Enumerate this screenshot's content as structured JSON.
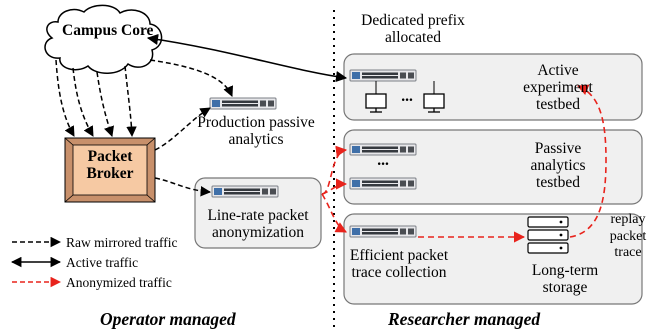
{
  "nodes": {
    "campus_core": "Campus Core",
    "packet_broker": "Packet Broker",
    "production_passive_analytics": "Production passive analytics",
    "line_rate_anonymization": "Line-rate packet anonymization",
    "dedicated_prefix": "Dedicated prefix allocated",
    "active_testbed": "Active experiment testbed",
    "passive_testbed": "Passive analytics testbed",
    "trace_collection": "Efficient packet trace collection",
    "long_term_storage": "Long-term storage",
    "replay_packet_trace": "replay packet trace"
  },
  "dots": "...",
  "legend": [
    {
      "label": "Raw mirrored traffic",
      "style": "dashed",
      "color": "#000000",
      "arrow": "single"
    },
    {
      "label": "Active traffic",
      "style": "solid",
      "color": "#000000",
      "arrow": "double"
    },
    {
      "label": "Anonymized traffic",
      "style": "dashed",
      "color": "#e8231c",
      "arrow": "single"
    }
  ],
  "footer": {
    "operator": "Operator managed",
    "researcher": "Researcher managed"
  },
  "colors": {
    "red": "#e8231c",
    "broker_fill": "#f6c9a3",
    "box_fill": "#f0f0f0"
  }
}
